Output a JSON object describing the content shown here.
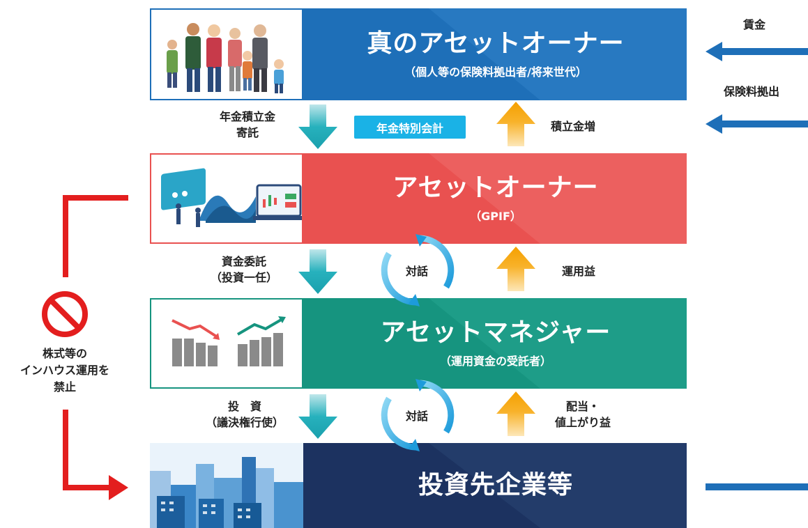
{
  "bands": {
    "true_owner": {
      "title": "真のアセットオーナー",
      "subtitle": "（個人等の保険料拠出者/将来世代）",
      "color": "#1e6fb8"
    },
    "asset_owner": {
      "title": "アセットオーナー",
      "subtitle": "（GPIF）",
      "color": "#e95150"
    },
    "asset_manager": {
      "title": "アセットマネジャー",
      "subtitle": "（運用資金の受託者）",
      "color": "#16947f"
    },
    "investee": {
      "title": "投資先企業等",
      "color": "#1c3260"
    }
  },
  "flows": {
    "deposit_1": "年金積立金",
    "deposit_2": "寄託",
    "special_account": "年金特別会計",
    "reserve_increase": "積立金増",
    "entrust_1": "資金委託",
    "entrust_2": "（投資一任）",
    "dialogue": "対話",
    "return": "運用益",
    "invest_1": "投　資",
    "invest_2": "（議決権行使）",
    "dividend_1": "配当・",
    "dividend_2": "値上がり益"
  },
  "right_side": {
    "wage": "賃金",
    "premium": "保険料拠出"
  },
  "prohibition": {
    "line1": "株式等の",
    "line2": "インハウス運用を",
    "line3": "禁止"
  }
}
